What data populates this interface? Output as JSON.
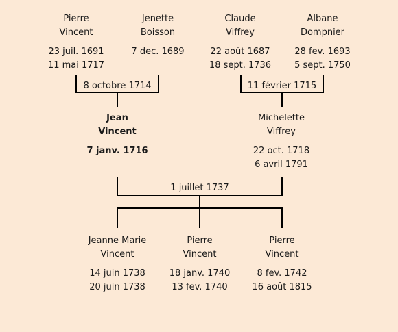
{
  "generation1": [
    {
      "first": "Pierre",
      "last": "Vincent",
      "birth": "23 juil. 1691",
      "death": "11 mai 1717"
    },
    {
      "first": "Jenette",
      "last": "Boisson",
      "birth": "7 dec. 1689",
      "death": ""
    },
    {
      "first": "Claude",
      "last": "Viffrey",
      "birth": "22 août 1687",
      "death": "18 sept. 1736"
    },
    {
      "first": "Albane",
      "last": "Dompnier",
      "birth": "28 fev. 1693",
      "death": "5 sept. 1750"
    }
  ],
  "marriages_gen1": [
    "8 octobre 1714",
    "11 février 1715"
  ],
  "generation2": [
    {
      "first": "Jean",
      "last": "Vincent",
      "birth": "7 janv. 1716",
      "death": "",
      "highlight": true
    },
    {
      "first": "Michelette",
      "last": "Viffrey",
      "birth": "22 oct. 1718",
      "death": "6 avril 1791"
    }
  ],
  "marriage_gen2": "1 juillet 1737",
  "children": [
    {
      "first": "Jeanne Marie",
      "last": "Vincent",
      "birth": "14 juin 1738",
      "death": "20 juin 1738"
    },
    {
      "first": "Pierre",
      "last": "Vincent",
      "birth": "18 janv. 1740",
      "death": "13 fev. 1740"
    },
    {
      "first": "Pierre",
      "last": "Vincent",
      "birth": "8 fev. 1742",
      "death": "16 août 1815"
    }
  ]
}
